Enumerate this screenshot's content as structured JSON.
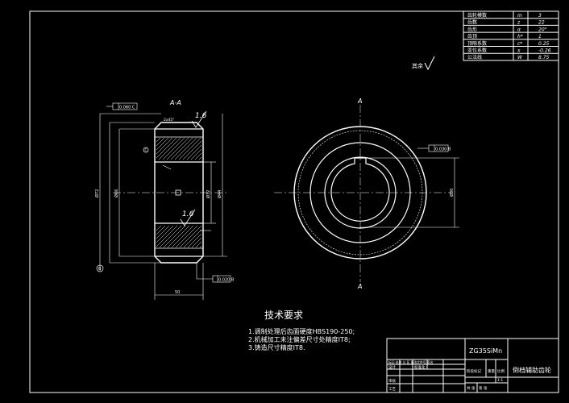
{
  "gear_params": {
    "rows": [
      {
        "label": "齿轮模数",
        "sym": "m",
        "val": "3"
      },
      {
        "label": "齿数",
        "sym": "z",
        "val": "22"
      },
      {
        "label": "齿形",
        "sym": "α",
        "val": "20°"
      },
      {
        "label": "齿顶",
        "sym": "h*",
        "val": "1"
      },
      {
        "label": "顶隙系数",
        "sym": "c*",
        "val": "0.25"
      },
      {
        "label": "变位系数",
        "sym": "x",
        "val": "-0.26"
      },
      {
        "label": "公法线",
        "sym": "W",
        "val": "8.75"
      }
    ]
  },
  "surface_note": "其余",
  "section_label": "A-A",
  "roughness_1": "1.6",
  "roughness_2": "1.6",
  "datum_label": "B",
  "datum_circle": "C",
  "tol_1": "0.060 C",
  "tol_2": "0.020 B",
  "tol_3": "0.030 B",
  "chamfer": "2x45°",
  "dim_1": "Ø72",
  "dim_2": "Ø66",
  "dim_3": "Ø32",
  "dim_4": "Ø44",
  "dim_5": "50",
  "dim_6": "Ø80",
  "cut_label_top": "A",
  "cut_label_bottom": "A",
  "tech_req": {
    "title": "技术要求",
    "lines": [
      "1.调制处理后齿面硬度HBS190-250;",
      "2.机械加工未注偏差尺寸处精度IT8;",
      "3.铸造尺寸精度IT8."
    ]
  },
  "title_block": {
    "material": "ZG35SiMn",
    "part_name": "倒档辅助齿轮",
    "scale_hdr": "阶段标记",
    "weight_hdr": "重量",
    "ratio_hdr": "比例",
    "ratio_val": "1:1",
    "mark_cols": "标记 处数 分 区 更改文件号 签名",
    "design": "设计",
    "review": "审核",
    "craft": "工艺",
    "standard": "标准化",
    "sheets": "共 张",
    "sheet_no": "第 张"
  }
}
